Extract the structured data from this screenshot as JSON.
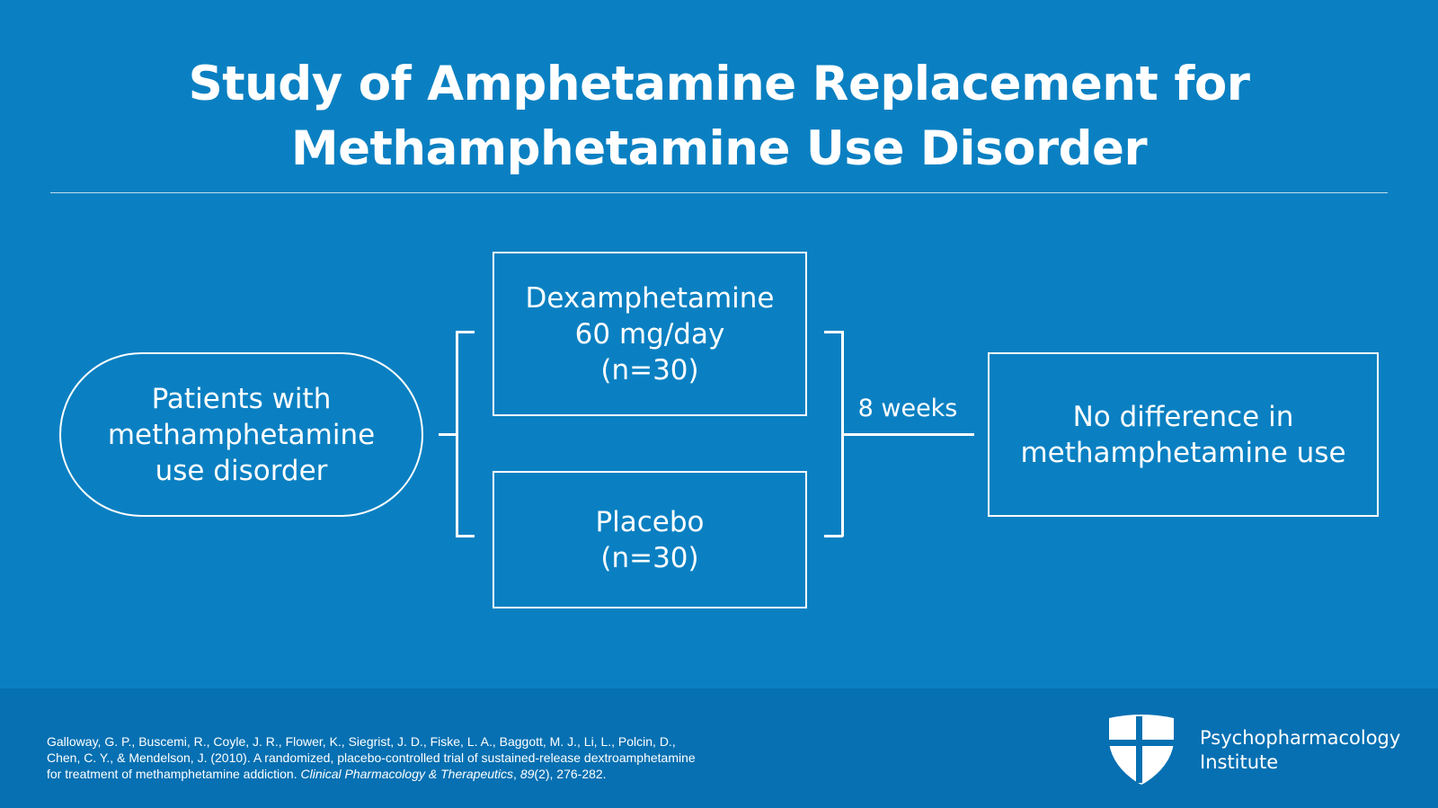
{
  "title": {
    "line1": "Study of Amphetamine Replacement for",
    "line2": "Methamphetamine Use Disorder"
  },
  "diagram": {
    "patients": [
      "Patients with",
      "methamphetamine",
      "use disorder"
    ],
    "arm_dex": [
      "Dexamphetamine",
      "60 mg/day",
      "(n=30)"
    ],
    "arm_placebo": [
      "Placebo",
      "(n=30)"
    ],
    "duration": "8 weeks",
    "outcome": [
      "No difference in",
      "methamphetamine use"
    ]
  },
  "footer": {
    "citation": {
      "line1": "Galloway, G. P., Buscemi, R., Coyle, J. R., Flower, K., Siegrist, J. D., Fiske, L. A., Baggott, M. J., Li, L., Polcin, D.,",
      "line2": "Chen, C. Y., & Mendelson, J. (2010). A randomized, placebo-controlled trial of sustained-release dextroamphetamine",
      "line3_prefix": "for treatment of methamphetamine addiction. ",
      "journal": "Clinical Pharmacology & Therapeutics",
      "sep1": ", ",
      "volume": "89",
      "issue_pages": "(2), 276-282."
    },
    "logo": {
      "icon": "shield-cross-icon",
      "line1": "Psychopharmacology",
      "line2": "Institute"
    }
  },
  "colors": {
    "background": "#0a80c2",
    "footer": "#0670b2",
    "foreground": "#ffffff"
  }
}
